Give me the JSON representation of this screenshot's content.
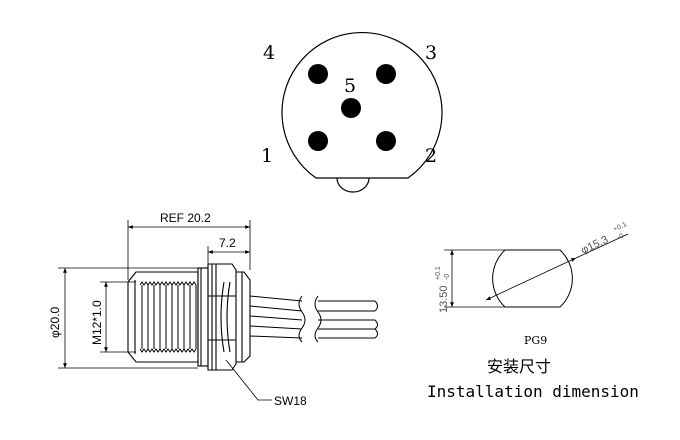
{
  "pin_face": {
    "pin_labels": {
      "p1": "1",
      "p2": "2",
      "p3": "3",
      "p4": "4",
      "p5": "5"
    }
  },
  "side_view": {
    "ref_length": "REF 20.2",
    "nut_width": "7.2",
    "diameter": "φ20.0",
    "thread": "M12*1.0",
    "wrench": "SW18"
  },
  "panel_cutout": {
    "flat_height": "13.50",
    "flat_height_tol_upper": "+0.1",
    "flat_height_tol_lower": "-0",
    "diameter": "φ15.3",
    "diameter_tol_upper": "+0.1",
    "diameter_tol_lower": "-0",
    "gland": "PG9"
  },
  "caption": {
    "chinese": "安装尺寸",
    "english": "Installation dimension"
  }
}
